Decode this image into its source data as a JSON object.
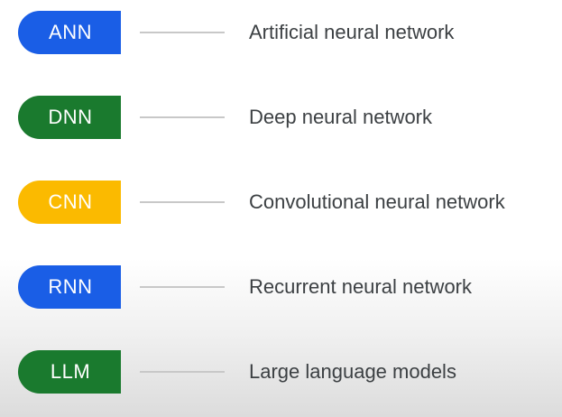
{
  "items": [
    {
      "abbr": "ANN",
      "label": "Artificial neural network",
      "color": "#1a5ee6"
    },
    {
      "abbr": "DNN",
      "label": "Deep neural network",
      "color": "#1a7a2e"
    },
    {
      "abbr": "CNN",
      "label": "Convolutional neural network",
      "color": "#fbba00"
    },
    {
      "abbr": "RNN",
      "label": "Recurrent neural network",
      "color": "#1a5ee6"
    },
    {
      "abbr": "LLM",
      "label": "Large language models",
      "color": "#1a7a2e"
    }
  ]
}
